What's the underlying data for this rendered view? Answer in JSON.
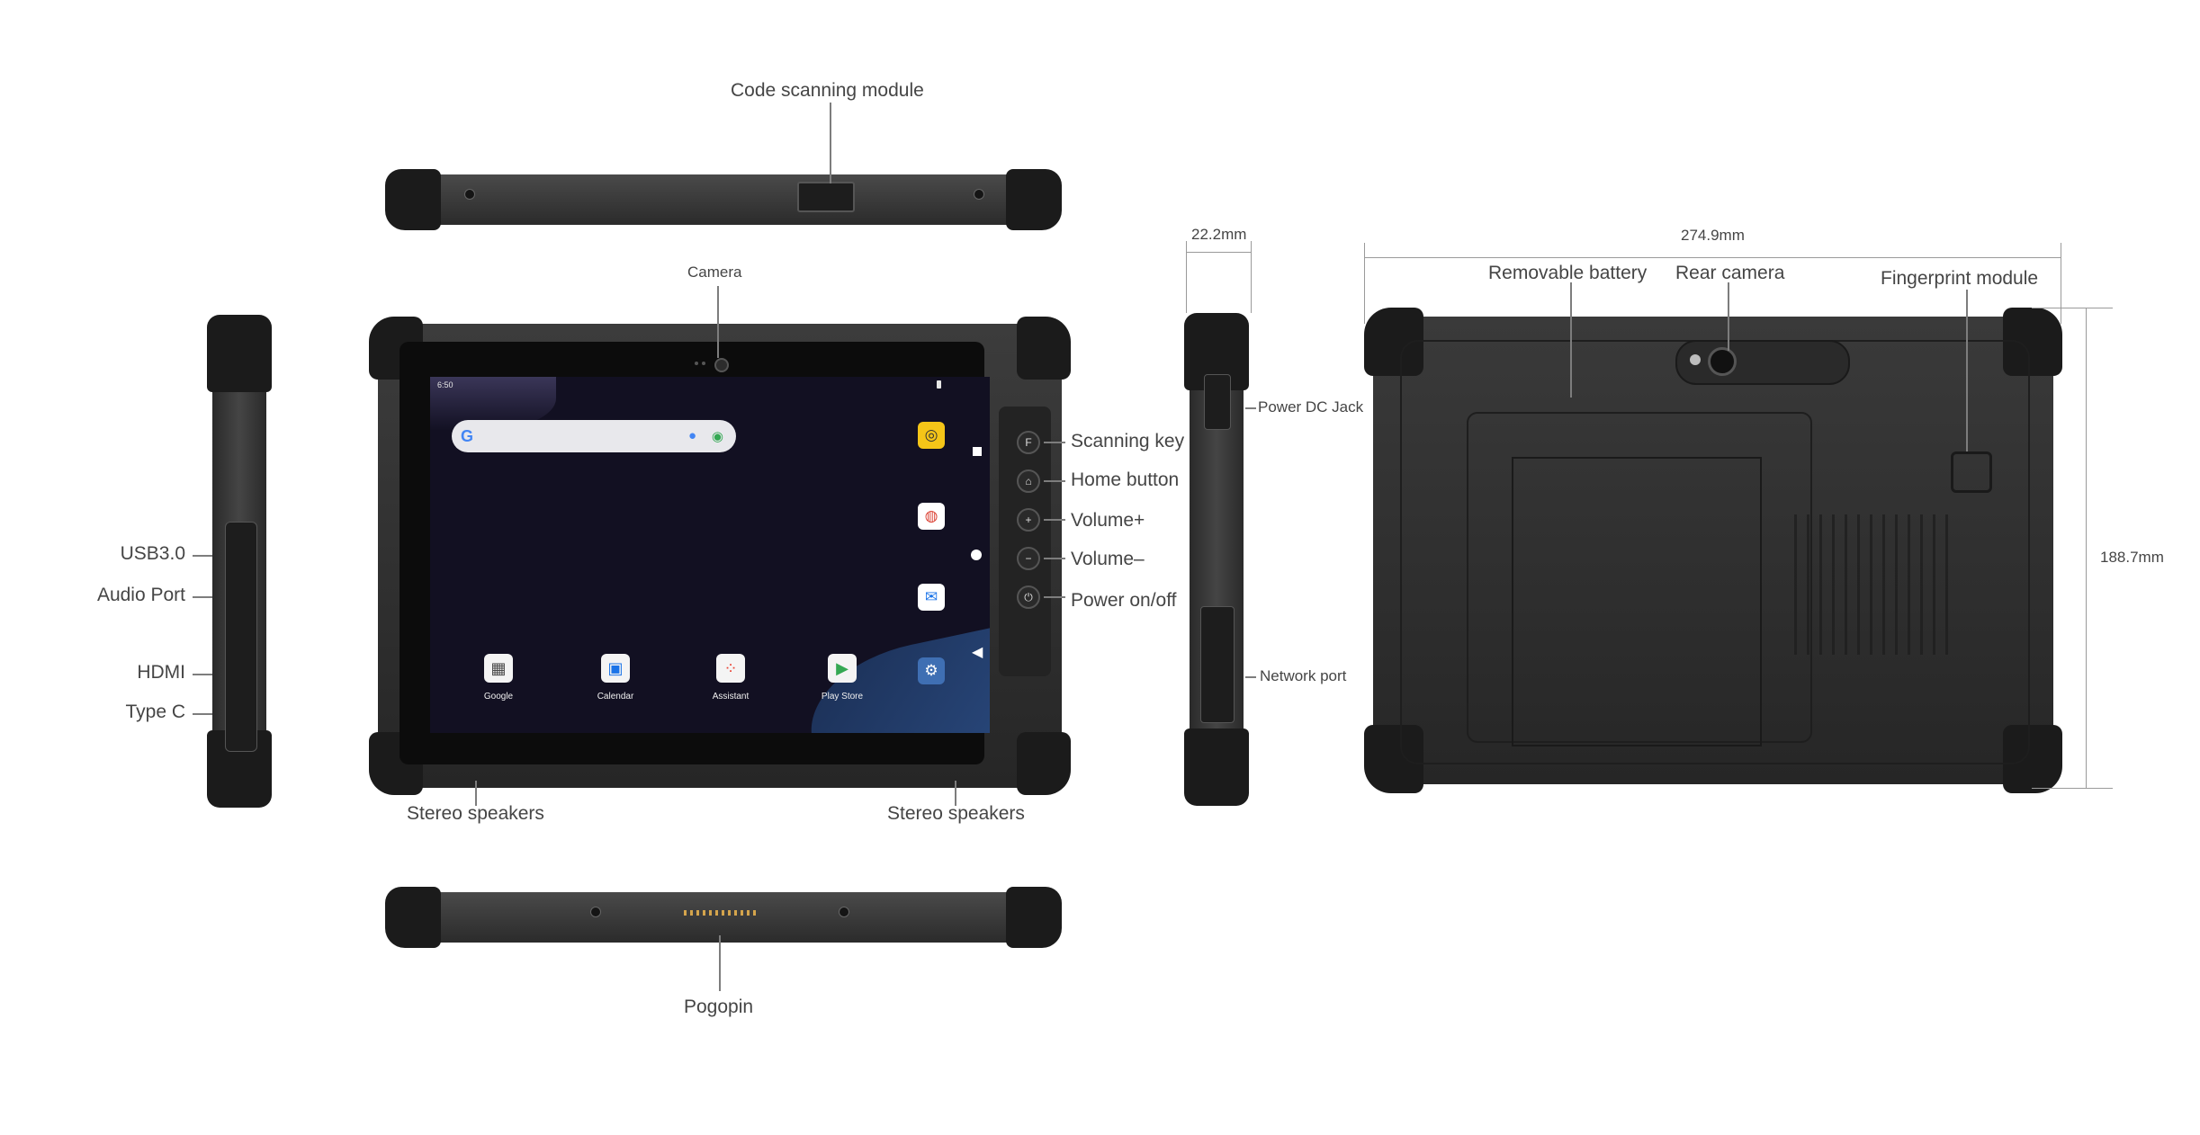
{
  "labels": {
    "code_scanning_module": "Code scanning module",
    "camera": "Camera",
    "usb": "USB3.0",
    "audio_port": "Audio Port",
    "hdmi": "HDMI",
    "type_c": "Type C",
    "stereo_speakers_left": "Stereo speakers",
    "stereo_speakers_right": "Stereo speakers",
    "pogopin": "Pogopin",
    "scanning_key": "Scanning key",
    "home_button": "Home button",
    "volume_up": "Volume+",
    "volume_down": "Volume–",
    "power": "Power on/off",
    "power_dc_jack": "Power DC Jack",
    "network_port": "Network port",
    "removable_battery": "Removable battery",
    "rear_camera": "Rear camera",
    "fingerprint_module": "Fingerprint module"
  },
  "dimensions": {
    "thickness": "22.2mm",
    "width": "274.9mm",
    "height": "188.7mm"
  },
  "screen": {
    "time": "6:50",
    "apps": [
      {
        "label": "Google",
        "icon": "google-folder-icon"
      },
      {
        "label": "Calendar",
        "icon": "calendar-icon"
      },
      {
        "label": "Assistant",
        "icon": "assistant-icon"
      },
      {
        "label": "Play Store",
        "icon": "play-store-icon"
      }
    ],
    "side_icons": [
      "camera-app-icon",
      "chrome-icon",
      "messages-icon",
      "settings-icon"
    ]
  },
  "side_keys": [
    "F",
    "⌂",
    "+",
    "−",
    "⏻"
  ],
  "colors": {
    "device_body": "#2e2e2e",
    "bumper": "#1b1b1b",
    "screen_bg": "#121022",
    "label_text": "#454545"
  }
}
